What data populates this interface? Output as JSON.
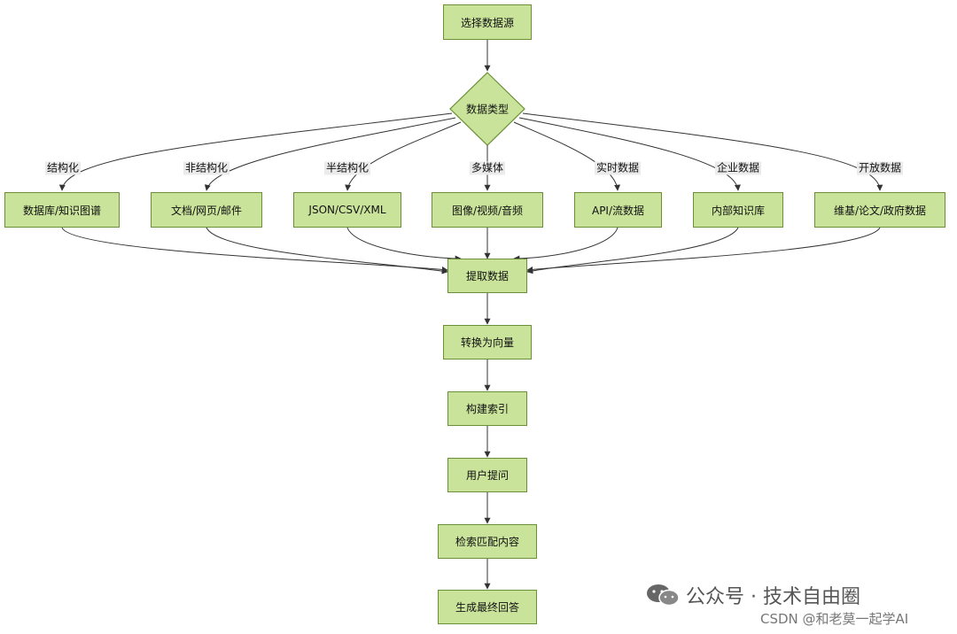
{
  "nodes": {
    "select_source": "选择数据源",
    "data_type": "数据类型",
    "structured": "数据库/知识图谱",
    "unstructured": "文档/网页/邮件",
    "semi_structured": "JSON/CSV/XML",
    "multimedia": "图像/视频/音频",
    "realtime": "API/流数据",
    "enterprise": "内部知识库",
    "open_data": "维基/论文/政府数据",
    "extract": "提取数据",
    "vectorize": "转换为向量",
    "index": "构建索引",
    "query": "用户提问",
    "retrieve": "检索匹配内容",
    "answer": "生成最终回答"
  },
  "edge_labels": {
    "structured": "结构化",
    "unstructured": "非结构化",
    "semi_structured": "半结构化",
    "multimedia": "多媒体",
    "realtime": "实时数据",
    "enterprise": "企业数据",
    "open_data": "开放数据"
  },
  "watermark": {
    "main": "公众号 · 技术自由圈",
    "sub": "CSDN @和老莫一起学AI",
    "icon": "wechat-icon"
  },
  "colors": {
    "node_fill": "#c9e39b",
    "node_border": "#6a8f37",
    "edge": "#333333"
  }
}
